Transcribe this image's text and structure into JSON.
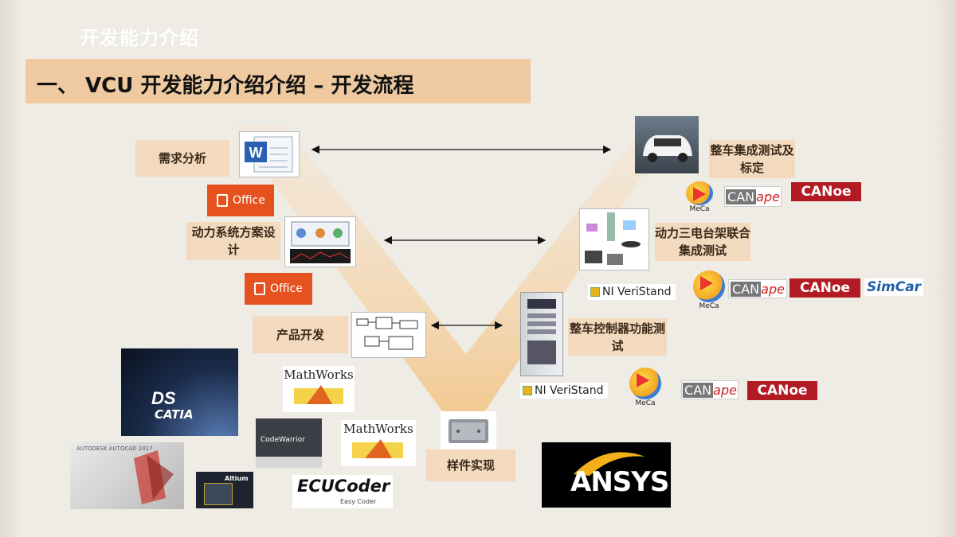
{
  "header": {
    "section_title": "开发能力介绍",
    "main_title": "一、 VCU 开发能力介绍介绍 – 开发流程"
  },
  "left_steps": {
    "requirements": "需求分析",
    "powertrain_design": "动力系统方案设计",
    "product_dev": "产品开发"
  },
  "right_steps": {
    "vehicle_test": "整车集成测试及标定",
    "dyno_test": "动力三电台架联合集成测试",
    "vcu_test": "整车控制器功能测试"
  },
  "bottom_step": "样件实现",
  "tools": {
    "office": "Office",
    "canoe": "CANoe",
    "canape_can": "CAN",
    "canape_ape": "ape",
    "meca": "MeCa",
    "ni_veristand": "NI VeriStand",
    "simcar": "SimCar",
    "mathworks": "MathWorks",
    "ecucoder": "ECUCoder",
    "ecucoder_sub": "Easy Coder",
    "catia": "CATIA",
    "ansys": "ANSYS",
    "codewarrior": "CodeWarrior",
    "altium": "Altium",
    "autocad": "AUTODESK AUTOCAD 2017"
  },
  "colors": {
    "title_bar": "#efcaa0",
    "label_bg": "#f3d9bd",
    "office": "#e6521f",
    "canoe": "#b31b24",
    "v_band": "#f2c88f"
  }
}
